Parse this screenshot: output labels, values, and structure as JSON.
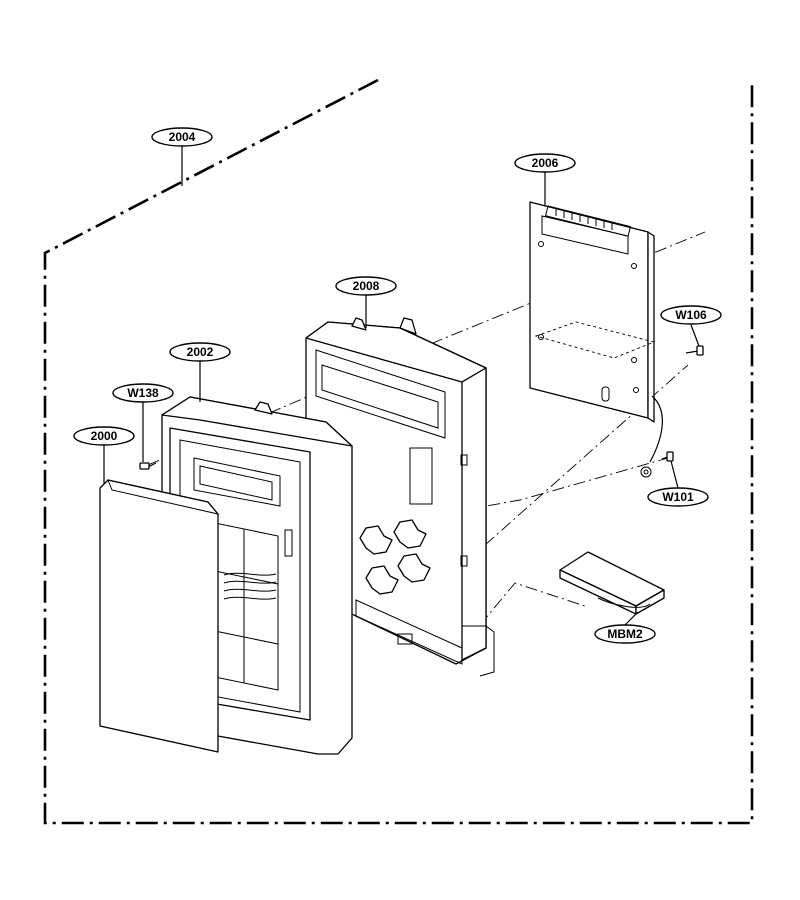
{
  "callouts": {
    "c2004": "2004",
    "c2006": "2006",
    "c2008": "2008",
    "c2002": "2002",
    "cW138": "W138",
    "c2000": "2000",
    "cW106": "W106",
    "cW101": "W101",
    "cMBM2": "MBM2"
  }
}
